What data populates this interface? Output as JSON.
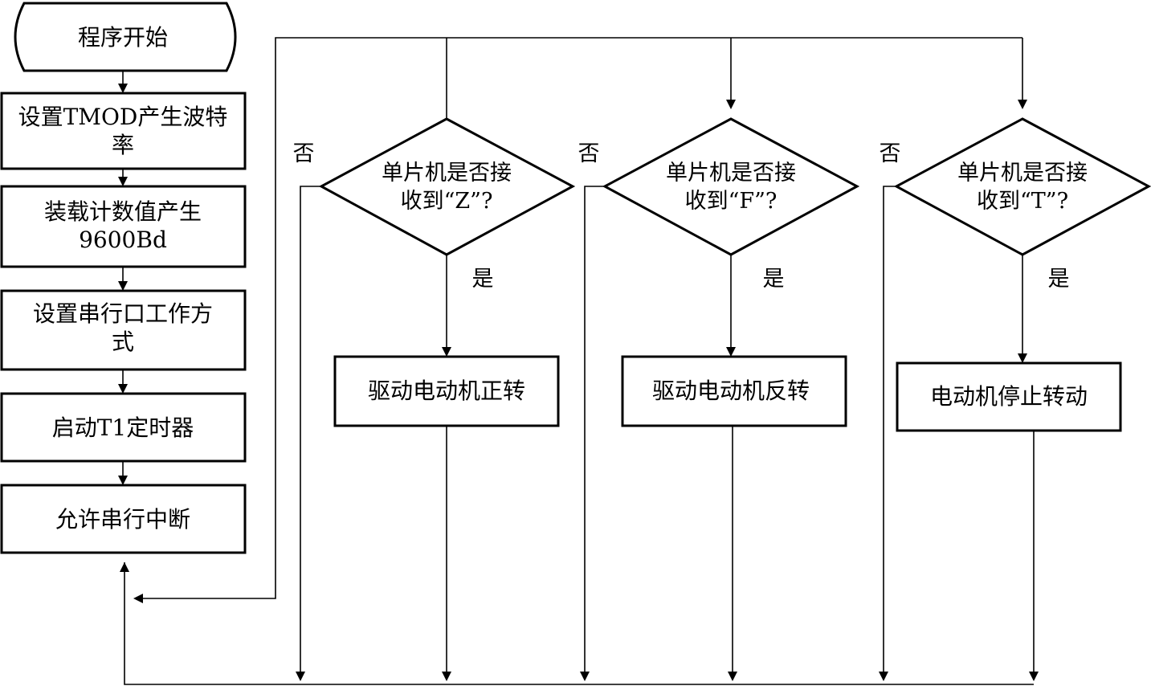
{
  "left_column": {
    "start": "程序开始",
    "set_tmod": [
      "设置TMOD产生波特",
      "率"
    ],
    "load_count": [
      "装载计数值产生",
      "9600Bd"
    ],
    "set_serial": [
      "设置串行口工作方",
      "式"
    ],
    "start_timer": "启动T1定时器",
    "enable_interrupt": "允许串行中断"
  },
  "branches": [
    {
      "question": [
        "单片机是否接",
        "收到“Z”?"
      ],
      "no_label": "否",
      "yes_label": "是",
      "action": "驱动电动机正转"
    },
    {
      "question": [
        "单片机是否接",
        "收到“F”?"
      ],
      "no_label": "否",
      "yes_label": "是",
      "action": "驱动电动机反转"
    },
    {
      "question": [
        "单片机是否接",
        "收到“T”?"
      ],
      "no_label": "否",
      "yes_label": "是",
      "action": "电动机停止转动"
    }
  ]
}
